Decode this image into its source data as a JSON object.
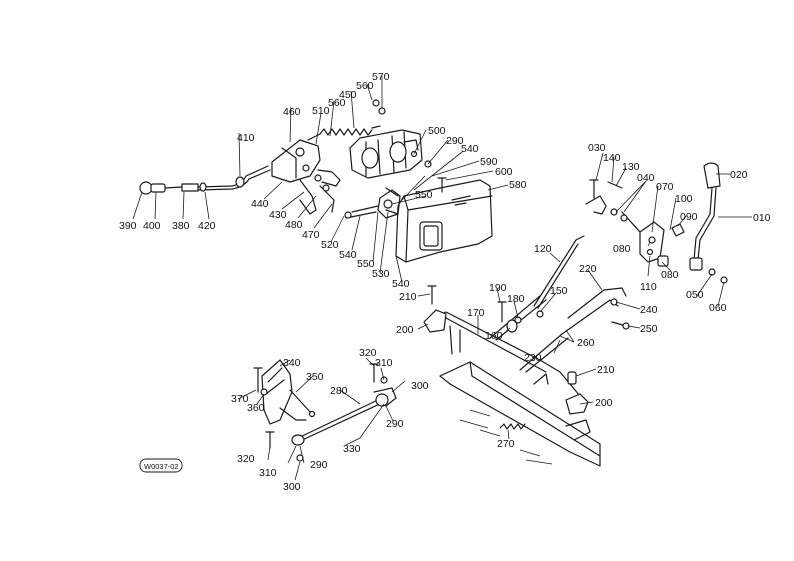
{
  "diagram": {
    "drawing_code": "W0037-02",
    "part_numbers": {
      "p010": "010",
      "p020": "020",
      "p030": "030",
      "p040": "040",
      "p050": "050",
      "p060": "060",
      "p070": "070",
      "p080a": "080",
      "p080b": "080",
      "p090": "090",
      "p100": "100",
      "p110": "110",
      "p120": "120",
      "p130": "130",
      "p140": "140",
      "p150": "150",
      "p160": "160",
      "p170": "170",
      "p180": "180",
      "p190": "190",
      "p200a": "200",
      "p200b": "200",
      "p210a": "210",
      "p210b": "210",
      "p220": "220",
      "p230": "230",
      "p240": "240",
      "p250": "250",
      "p260": "260",
      "p270": "270",
      "p280": "280",
      "p290a": "290",
      "p290b": "290",
      "p290c": "290",
      "p300a": "300",
      "p300b": "300",
      "p310a": "310",
      "p310b": "310",
      "p320a": "320",
      "p320b": "320",
      "p330": "330",
      "p340": "340",
      "p350": "350",
      "p360": "360",
      "p370": "370",
      "p380": "380",
      "p390": "390",
      "p400": "400",
      "p410": "410",
      "p420": "420",
      "p430": "430",
      "p440": "440",
      "p450": "450",
      "p460": "460",
      "p470": "470",
      "p480": "480",
      "p500": "500",
      "p510": "510",
      "p520": "520",
      "p530": "530",
      "p540a": "540",
      "p540b": "540",
      "p540c": "540",
      "p550a": "550",
      "p550b": "550",
      "p560a": "560",
      "p560b": "560",
      "p570": "570",
      "p580": "580",
      "p590": "590",
      "p600": "600"
    }
  }
}
